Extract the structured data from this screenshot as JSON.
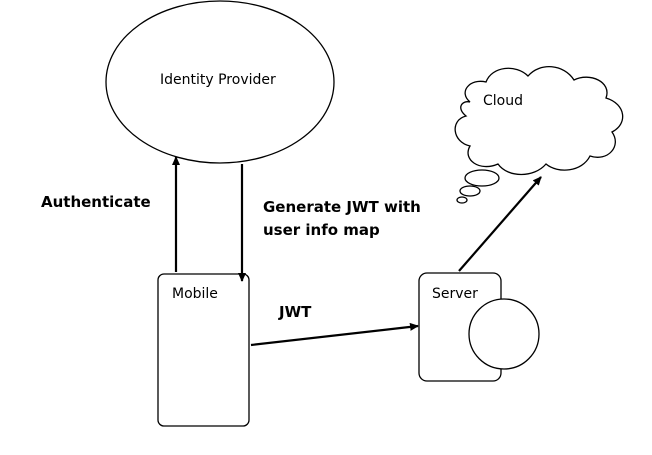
{
  "nodes": {
    "identity_provider": "Identity Provider",
    "cloud": "Cloud",
    "mobile": "Mobile",
    "server": "Server"
  },
  "edges": {
    "authenticate": "Authenticate",
    "generate_line1": "Generate JWT with",
    "generate_line2": "user info map",
    "jwt": "JWT"
  },
  "colors": {
    "stroke": "#000000",
    "fill": "#ffffff"
  }
}
